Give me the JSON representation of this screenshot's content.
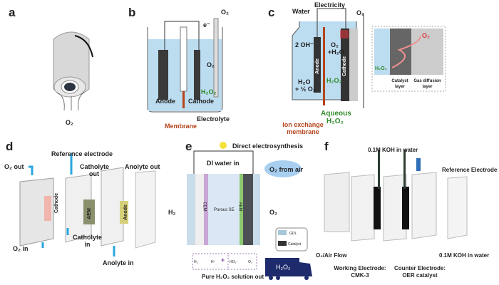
{
  "panels": {
    "a": {
      "letter": "a",
      "o2": "O₂"
    },
    "b": {
      "letter": "b",
      "o2": "O₂",
      "electron": "e⁻",
      "o2_bubble": "O₂",
      "h2o2": "H₂O₂",
      "anode": "Anode",
      "cathode": "Cathode",
      "electrolyte": "Electrolyte",
      "membrane": "Membrane"
    },
    "c": {
      "letter": "c",
      "water": "Water",
      "electricity": "Electricity",
      "o2": "O₂",
      "oh": "2 OH⁻",
      "h2o_half": "H₂O",
      "half_o2": "+ ½ O₂",
      "o2_h2o_1": "O₂",
      "o2_h2o_2": "+H₂O",
      "h2o2": "H₂O₂",
      "anode": "Anode",
      "cathode": "Cathode",
      "ion_membrane": "Ion exchange membrane",
      "aqueous_1": "Aqueous",
      "aqueous_2": "H₂O₂",
      "inset_o2": "O₂",
      "inset_h2o2": "H₂O₂",
      "catalyst_layer": "Catalyst layer",
      "gdl": "Gas diffusion layer"
    },
    "d": {
      "letter": "d",
      "reference": "Reference electrode",
      "o2_out": "O₂ out",
      "catholyte_out": "Catholyte out",
      "anolyte_out": "Anolyte out",
      "cathode": "Cathode",
      "aem": "AEM",
      "anode": "Anode",
      "catholyte_in": "Catholyte in",
      "o2_in": "O₂ in",
      "anolyte_in": "Anolyte in"
    },
    "e": {
      "letter": "e",
      "direct": "Direct electrosynthesis",
      "di_water": "DI water in",
      "o2_air": "O₂ from air",
      "h2": "H₂",
      "o2": "O₂",
      "cem": "CEM",
      "porous": "Porous SE",
      "aem": "AEM",
      "legend_gdl": "GDL",
      "legend_catalyst": "Catalyst",
      "r_h2": "H₂",
      "r_hplus": "H⁺",
      "r_plus": "+",
      "r_ho2": "HO₂⁻",
      "r_o2": "O₂",
      "truck": "H₂O₂",
      "pure": "Pure H₂O₂ solution out"
    },
    "f": {
      "letter": "f",
      "koh_top": "0.1M KOH in water",
      "reference": "Reference Electrode",
      "o2_air": "O₂/Air Flow",
      "we_1": "Working Electrode:",
      "we_2": "CMK-3",
      "ce_1": "Counter Electrode:",
      "ce_2": "OER catalyst",
      "koh_right": "0.1M KOH in water"
    }
  },
  "colors": {
    "electrolyte": "#bcdcf0",
    "membrane": "#b5441b",
    "green": "#2f8a2a",
    "red": "#d9363e",
    "flow": "#2aa7e0",
    "truck": "#1d2a6b",
    "cem": "#c8a6d6",
    "aem": "#8cc870"
  }
}
